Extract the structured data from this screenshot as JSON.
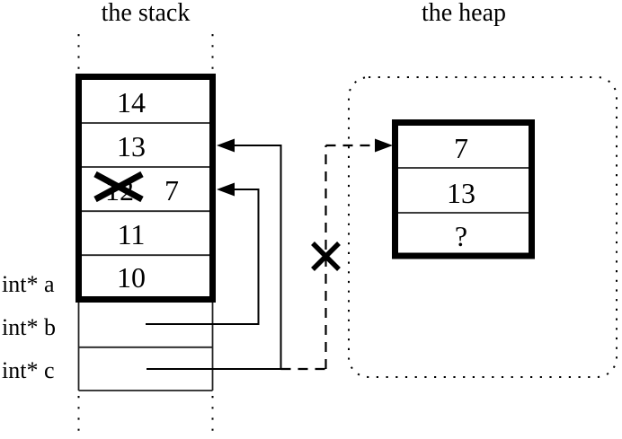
{
  "titles": {
    "stack": "the stack",
    "heap": "the heap"
  },
  "stack": {
    "frame_cells": [
      {
        "value": "14",
        "crossed": false
      },
      {
        "value": "13",
        "crossed": false
      },
      {
        "value": "12",
        "crossed": true,
        "new_value": "7"
      },
      {
        "value": "11",
        "crossed": false
      },
      {
        "value": "10",
        "crossed": false
      }
    ],
    "pointer_labels": [
      {
        "name": "a",
        "label": "int* a"
      },
      {
        "name": "b",
        "label": "int* b"
      },
      {
        "name": "c",
        "label": "int* c"
      }
    ]
  },
  "heap": {
    "cells": [
      {
        "value": "7"
      },
      {
        "value": "13"
      },
      {
        "value": "?"
      }
    ]
  },
  "colors": {
    "line": "#000000",
    "thin_line": "#222222",
    "background": "#ffffff"
  }
}
